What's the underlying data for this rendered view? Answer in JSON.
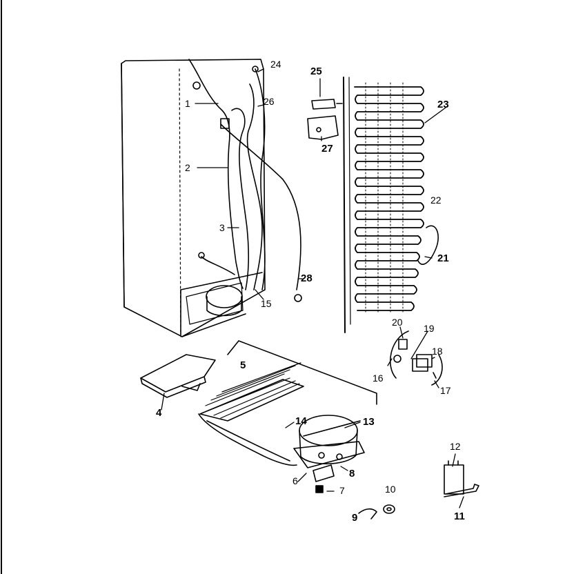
{
  "diagram": {
    "ink_color": "#000000",
    "background_color": "#ffffff",
    "callouts": [
      {
        "id": "c1",
        "label": "1"
      },
      {
        "id": "c2",
        "label": "2"
      },
      {
        "id": "c3",
        "label": "3"
      },
      {
        "id": "c4",
        "label": "4"
      },
      {
        "id": "c5",
        "label": "5"
      },
      {
        "id": "c6",
        "label": "6"
      },
      {
        "id": "c7",
        "label": "7"
      },
      {
        "id": "c8",
        "label": "8"
      },
      {
        "id": "c9",
        "label": "9"
      },
      {
        "id": "c10",
        "label": "10"
      },
      {
        "id": "c11",
        "label": "11"
      },
      {
        "id": "c12",
        "label": "12"
      },
      {
        "id": "c13",
        "label": "13"
      },
      {
        "id": "c14",
        "label": "14"
      },
      {
        "id": "c15",
        "label": "15"
      },
      {
        "id": "c16",
        "label": "16"
      },
      {
        "id": "c17",
        "label": "17"
      },
      {
        "id": "c18",
        "label": "18"
      },
      {
        "id": "c19",
        "label": "19"
      },
      {
        "id": "c20",
        "label": "20"
      },
      {
        "id": "c21",
        "label": "21"
      },
      {
        "id": "c22",
        "label": "22"
      },
      {
        "id": "c23",
        "label": "23"
      },
      {
        "id": "c24",
        "label": "24"
      },
      {
        "id": "c25",
        "label": "25"
      },
      {
        "id": "c26",
        "label": "26"
      },
      {
        "id": "c27",
        "label": "27"
      },
      {
        "id": "c28",
        "label": "28"
      }
    ]
  }
}
